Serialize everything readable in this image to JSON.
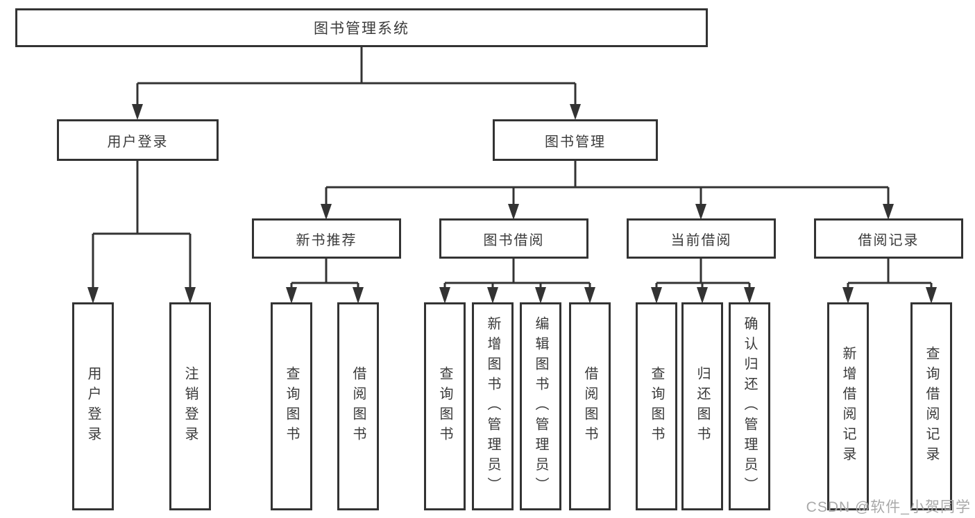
{
  "diagram": {
    "root": {
      "label": "图书管理系统"
    },
    "branches": [
      {
        "label": "用户登录",
        "children": [
          {
            "label": "用户登录"
          },
          {
            "label": "注销登录"
          }
        ]
      },
      {
        "label": "图书管理",
        "children": [
          {
            "label": "新书推荐",
            "children": [
              {
                "label": "查询图书"
              },
              {
                "label": "借阅图书"
              }
            ]
          },
          {
            "label": "图书借阅",
            "children": [
              {
                "label": "查询图书"
              },
              {
                "label": "新增图书（管理员）"
              },
              {
                "label": "编辑图书（管理员）"
              },
              {
                "label": "借阅图书"
              }
            ]
          },
          {
            "label": "当前借阅",
            "children": [
              {
                "label": "查询图书"
              },
              {
                "label": "归还图书"
              },
              {
                "label": "确认归还（管理员）"
              }
            ]
          },
          {
            "label": "借阅记录",
            "children": [
              {
                "label": "新增借阅记录"
              },
              {
                "label": "查询借阅记录"
              }
            ]
          }
        ]
      }
    ]
  },
  "watermark": {
    "text": "CSDN @软件_小贺同学"
  },
  "colors": {
    "line": "#333333",
    "background": "#ffffff",
    "text": "#3a3a3a",
    "watermark": "#a9a9a9"
  }
}
